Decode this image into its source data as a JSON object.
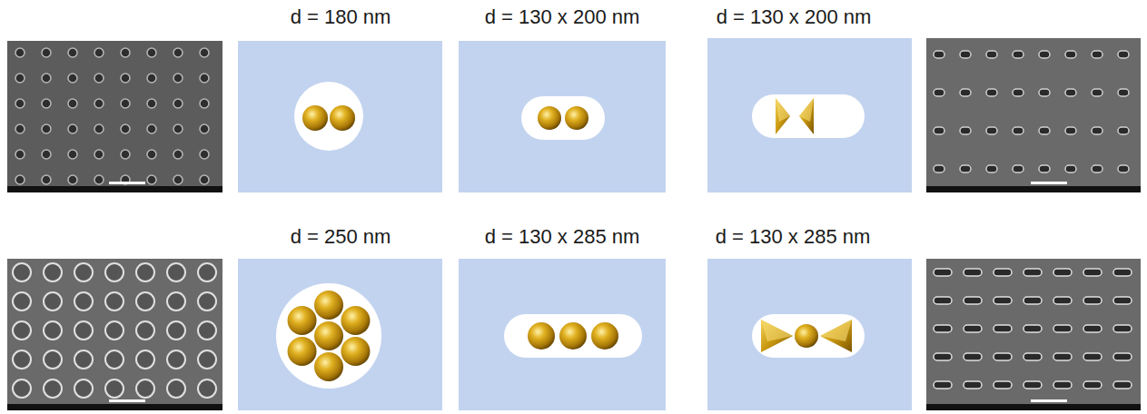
{
  "diagram": {
    "labels": [
      "d = 180 nm",
      "d = 130 x 200 nm",
      "d = 130 x 200 nm",
      "d = 250 nm",
      "d = 130 x 285 nm",
      "d = 130 x 285 nm"
    ]
  }
}
